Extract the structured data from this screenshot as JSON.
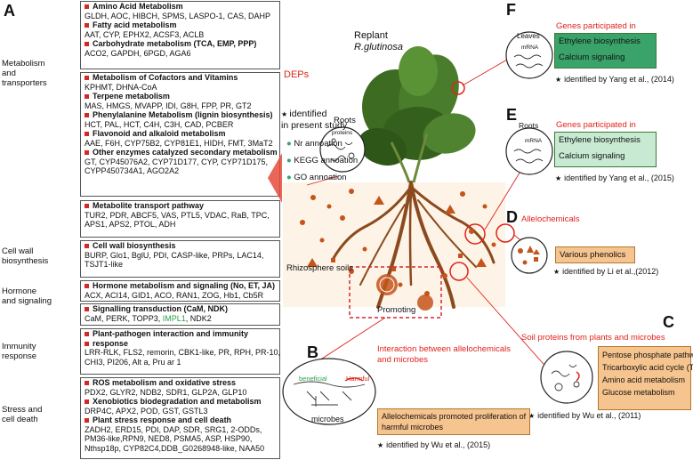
{
  "panel_a": {
    "letter": "A",
    "categories": [
      {
        "label": "Metabolism\nand\ntransporters"
      },
      {
        "label": "Cell wall\nbiosynthesis"
      },
      {
        "label": "Hormone\nand signaling"
      },
      {
        "label": "Immunity\nresponse"
      },
      {
        "label": "Stress and\ncell death"
      }
    ],
    "groups": [
      {
        "entries": [
          {
            "title": "Amino Acid Metabolism",
            "genes": [
              "GLDH, AOC, HIBCH, SPMS, LASPO-1, CAS, DAHP"
            ]
          },
          {
            "title": "Fatty acid metabolism",
            "genes": [
              "AAT, CYP, EPHX2, ACSF3, ACLB"
            ]
          },
          {
            "title": "Carbohydrate metabolism (TCA, EMP, PPP)",
            "genes": [
              "ACO2, GAPDH, 6PGD, AGA6"
            ]
          }
        ]
      },
      {
        "entries": [
          {
            "title": "Metabolism of Cofactors and Vitamins",
            "genes": [
              "KPHMT, DHNA-CoA"
            ]
          },
          {
            "title": "Terpene metabolism",
            "genes": [
              "MAS, HMGS, MVAPP, IDI, G8H, FPP, PR, GT2"
            ]
          },
          {
            "title": "Phenylalanine Metabolism (lignin biosynthesis)",
            "genes": [
              "HCT, PAL, HCT, C4H, C3H, CAD, PCBER"
            ]
          },
          {
            "title": "Flavonoid and alkaloid metabolism",
            "genes": [
              "AAE, F6H, CYP75B2, CYP81E1, HIDH, FMT, 3MaT2"
            ]
          },
          {
            "title": "Other enzymes catalyzed secondary metabolism",
            "genes": [
              "GT, CYP45076A2, CYP71D177, CYP, CYP71D175,",
              "CYPP450734A1, AGO2A2"
            ]
          }
        ]
      },
      {
        "entries": [
          {
            "title": "Metabolite transport pathway",
            "genes": [
              "TUR2, PDR, ABCF5, VAS, PTL5, VDAC, RaB, TPC,",
              "APS1, APS2, PTOL, ADH"
            ]
          }
        ]
      },
      {
        "entries": [
          {
            "title": "Cell wall biosynthesis",
            "genes": [
              "BURP, Glo1, BglU, PDI, CASP-like, PRPs, LAC14,",
              "TSJT1-like"
            ]
          }
        ]
      },
      {
        "entries": [
          {
            "title": "Hormone metabolism and signaling (No, ET, JA)",
            "genes": [
              "ACX, ACI14, GID1, ACO, RAN1, ZOG, Hb1, Cb5R"
            ]
          }
        ]
      },
      {
        "entries": [
          {
            "title": "Signalling transduction (CaM, NDK)",
            "genes_pre": "CaM, PERK, TOPP3, ",
            "genes_green": "IMPL1",
            "genes_post": ", NDK2"
          }
        ]
      },
      {
        "entries": [
          {
            "title": "Plant-pathogen interaction and immunity",
            "title2": "response",
            "genes": [
              "LRR-RLK, FLS2, remorin, CBK1-like, PR, RPH, PR-10,",
              "CHI3, PI206, Alt a, Pru ar 1"
            ]
          }
        ]
      },
      {
        "entries": [
          {
            "title": "ROS metabolism and oxidative stress",
            "genes": [
              "PDX2, GLYR2, NDB2, SDR1, GLP2A, GLP10"
            ]
          },
          {
            "title": "Xenobiotics biodegradation and metabolism",
            "genes": [
              "DRP4C, APX2, POD, GST, GSTL3"
            ]
          },
          {
            "title": "Plant stress response and cell death",
            "genes": [
              "ZADH2, ERD15, PDI, DAP, SDR, SRG1, 2-ODDs,",
              "PM36-like,RPN9, NED8, PSMA5, ASP, HSP90,",
              "Nthsp18p, CYP82C4,DDB_G0268948-like, NAA50"
            ]
          }
        ]
      }
    ]
  },
  "center": {
    "deps": "DEPs",
    "identified_present": "identified\nin present study",
    "roots_label": "Roots",
    "proteins_label": "proteins",
    "annotations": [
      "Nr annoation",
      "KEGG annoation",
      "GO annoation"
    ],
    "replant": "Replant",
    "species": "R.glutinosa",
    "rhizosphere": "Rhizosphere soils",
    "promoting": "Promoting"
  },
  "panel_b": {
    "letter": "B",
    "heading": "Interaction between allelochemicals\nand microbes",
    "beneficial": "beneficial",
    "harmful": "Harmful",
    "microbes": "microbes",
    "box": "Allelochemicals promoted proliferation of\nharmful microbes",
    "citation": "identified by Wu et al., (2015)"
  },
  "panel_c": {
    "letter": "C",
    "heading": "Soil proteins from plants and microbes",
    "items": [
      "Pentose phosphate pathway (PPP)",
      "Tricarboxylic acid cycle (TCA)",
      "Amino acid metabolism",
      "Glucose metabolism"
    ],
    "citation": "identified by Wu et al., (2011)"
  },
  "panel_d": {
    "letter": "D",
    "heading": "Allelochemicals",
    "box": "Various phenolics",
    "citation": "identified by Li et al.,(2012)"
  },
  "panel_e": {
    "letter": "E",
    "circle_label": "Roots",
    "mrna": "mRNA",
    "heading": "Genes participated in",
    "items": [
      "Ethylene biosynthesis",
      "Calcium signaling"
    ],
    "citation": "identified by Yang et al., (2015)"
  },
  "panel_f": {
    "letter": "F",
    "circle_label": "Leaves",
    "mrna": "mRNA",
    "heading": "Genes participated in",
    "items": [
      "Ethylene biosynthesis",
      "Calcium signaling"
    ],
    "citation": "identified by Yang et al., (2014)"
  },
  "colors": {
    "accent_red": "#e0231c",
    "green_box_f": "#3aa36a",
    "green_box_e": "#c8ead2",
    "orange_box": "#f6c48e",
    "soil": "#c4541a",
    "leaf": "#3d6b22"
  }
}
